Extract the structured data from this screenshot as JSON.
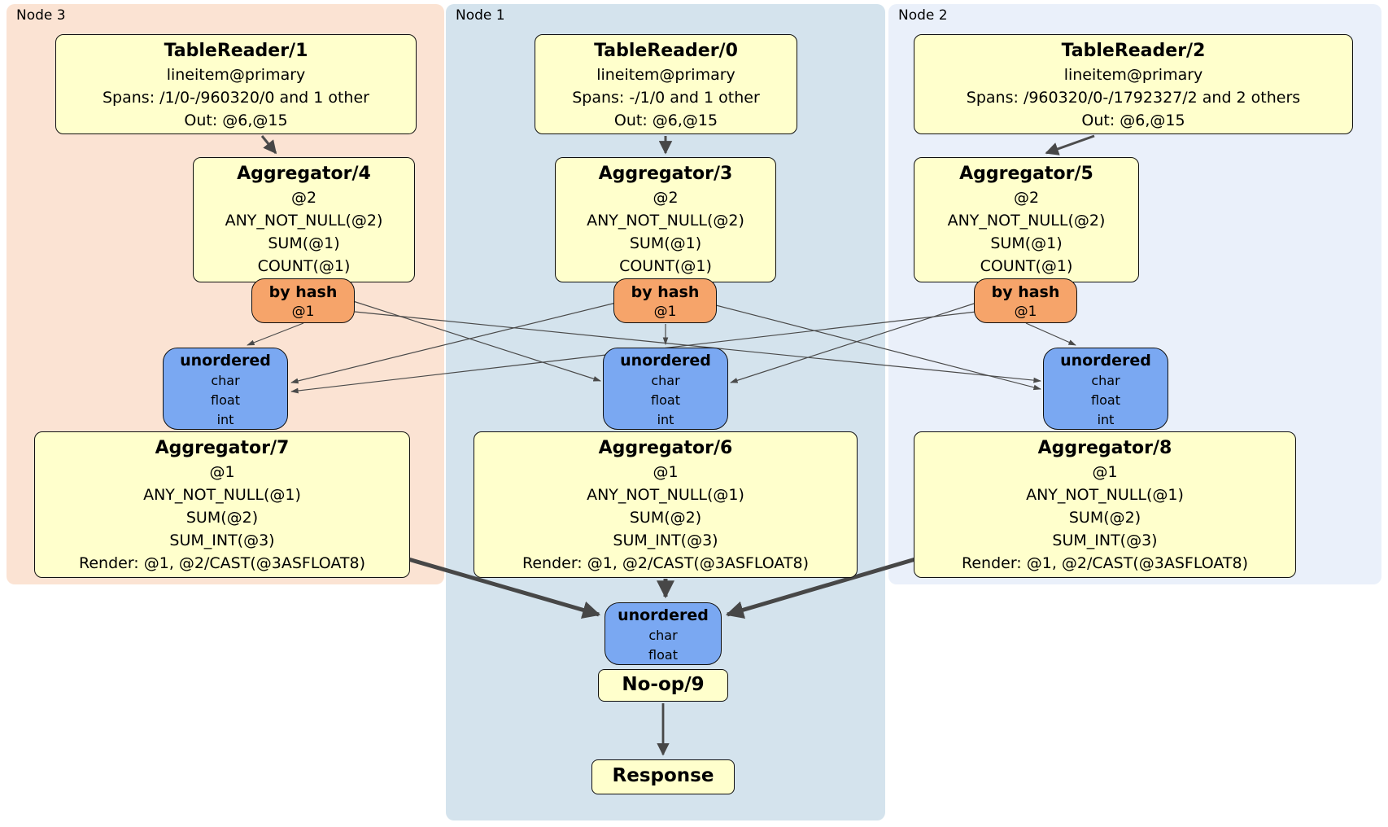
{
  "panels": {
    "node3": {
      "label": "Node 3"
    },
    "node1": {
      "label": "Node 1"
    },
    "node2": {
      "label": "Node 2"
    }
  },
  "boxes": {
    "tr1": {
      "title": "TableReader/1",
      "lines": [
        "lineitem@primary",
        "Spans: /1/0-/960320/0 and 1 other",
        "Out: @6,@15"
      ]
    },
    "tr0": {
      "title": "TableReader/0",
      "lines": [
        "lineitem@primary",
        "Spans: -/1/0 and 1 other",
        "Out: @6,@15"
      ]
    },
    "tr2": {
      "title": "TableReader/2",
      "lines": [
        "lineitem@primary",
        "Spans: /960320/0-/1792327/2 and 2 others",
        "Out: @6,@15"
      ]
    },
    "agg4": {
      "title": "Aggregator/4",
      "lines": [
        "@2",
        "ANY_NOT_NULL(@2)",
        "SUM(@1)",
        "COUNT(@1)"
      ]
    },
    "agg3": {
      "title": "Aggregator/3",
      "lines": [
        "@2",
        "ANY_NOT_NULL(@2)",
        "SUM(@1)",
        "COUNT(@1)"
      ]
    },
    "agg5": {
      "title": "Aggregator/5",
      "lines": [
        "@2",
        "ANY_NOT_NULL(@2)",
        "SUM(@1)",
        "COUNT(@1)"
      ]
    },
    "agg7": {
      "title": "Aggregator/7",
      "lines": [
        "@1",
        "ANY_NOT_NULL(@1)",
        "SUM(@2)",
        "SUM_INT(@3)",
        "Render: @1, @2/CAST(@3ASFLOAT8)"
      ]
    },
    "agg6": {
      "title": "Aggregator/6",
      "lines": [
        "@1",
        "ANY_NOT_NULL(@1)",
        "SUM(@2)",
        "SUM_INT(@3)",
        "Render: @1, @2/CAST(@3ASFLOAT8)"
      ]
    },
    "agg8": {
      "title": "Aggregator/8",
      "lines": [
        "@1",
        "ANY_NOT_NULL(@1)",
        "SUM(@2)",
        "SUM_INT(@3)",
        "Render: @1, @2/CAST(@3ASFLOAT8)"
      ]
    },
    "bh4": {
      "title": "by hash",
      "lines": [
        "@1"
      ]
    },
    "bh3": {
      "title": "by hash",
      "lines": [
        "@1"
      ]
    },
    "bh5": {
      "title": "by hash",
      "lines": [
        "@1"
      ]
    },
    "un7": {
      "title": "unordered",
      "lines": [
        "char",
        "float",
        "int"
      ]
    },
    "un6": {
      "title": "unordered",
      "lines": [
        "char",
        "float",
        "int"
      ]
    },
    "un8": {
      "title": "unordered",
      "lines": [
        "char",
        "float",
        "int"
      ]
    },
    "unb": {
      "title": "unordered",
      "lines": [
        "char",
        "float"
      ]
    },
    "noop": {
      "title": "No-op/9"
    },
    "response": {
      "title": "Response"
    }
  },
  "colors": {
    "box-yellow": "#ffffcc",
    "router-orange": "#f6a46a",
    "sync-blue": "#7aa8f2",
    "panel-node3": "#fbe3d3",
    "panel-node1": "#d4e3ed",
    "panel-node2": "#eaf0fa",
    "edge-gray": "#4a4a4a"
  }
}
